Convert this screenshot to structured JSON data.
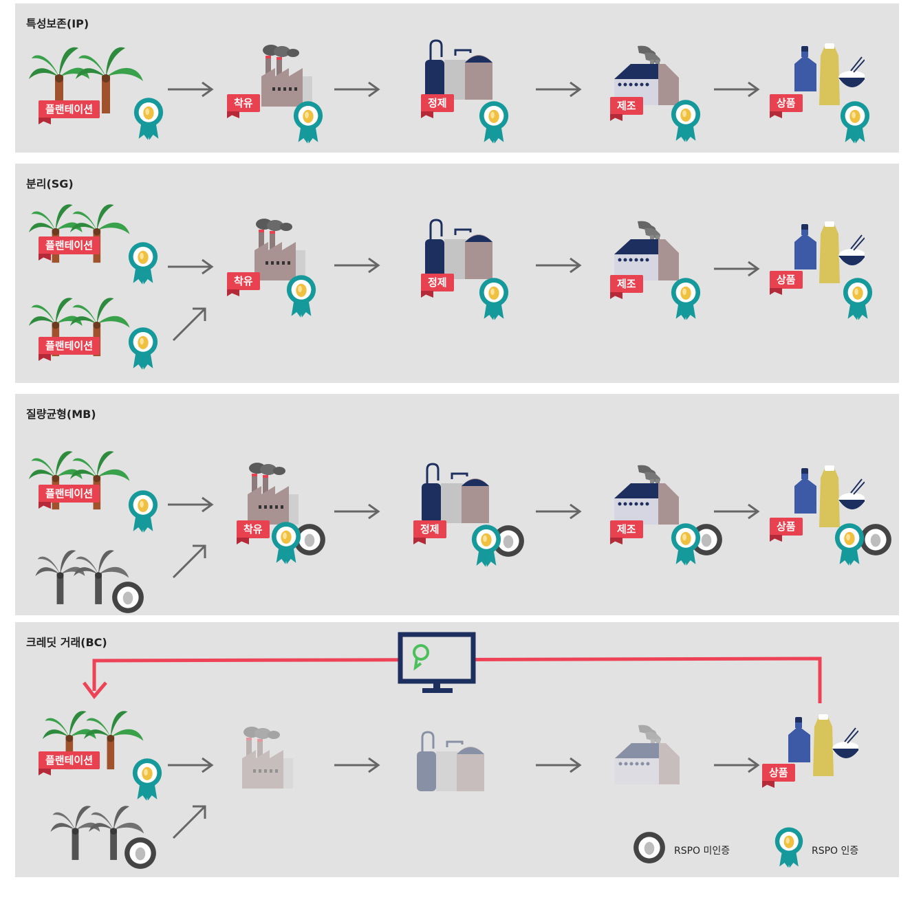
{
  "colors": {
    "panel_bg": "#e2e2e2",
    "ribbon": "#e8414f",
    "certified_badge": "#15999b",
    "uncertified_badge": "#444444",
    "navy": "#1d2f5e",
    "credit_line": "#ee4356"
  },
  "icons": [
    "palm-tree-icon",
    "mill-factory-icon",
    "refinery-icon",
    "manufacturing-factory-icon",
    "product-icon",
    "certified-badge-icon",
    "uncertified-badge-icon",
    "monitor-icon",
    "arrow-icon"
  ],
  "panels": [
    {
      "title": "특성보존(IP)",
      "labels": {
        "plantation": "플랜테이션",
        "mill": "착유",
        "refinery": "정제",
        "manufacturing": "제조",
        "product": "상품"
      }
    },
    {
      "title": "분리(SG)",
      "labels": {
        "plantation_a": "플랜테이션",
        "plantation_b": "플랜테이션",
        "mill": "착유",
        "refinery": "정제",
        "manufacturing": "제조",
        "product": "상품"
      }
    },
    {
      "title": "질량균형(MB)",
      "labels": {
        "plantation": "플랜테이션",
        "mill": "착유",
        "refinery": "정제",
        "manufacturing": "제조",
        "product": "상품"
      }
    },
    {
      "title": "크레딧 거래(BC)",
      "labels": {
        "plantation": "플랜테이션",
        "product": "상품"
      }
    }
  ],
  "legend": {
    "uncertified": "RSPO 미인증",
    "certified": "RSPO 인증"
  }
}
